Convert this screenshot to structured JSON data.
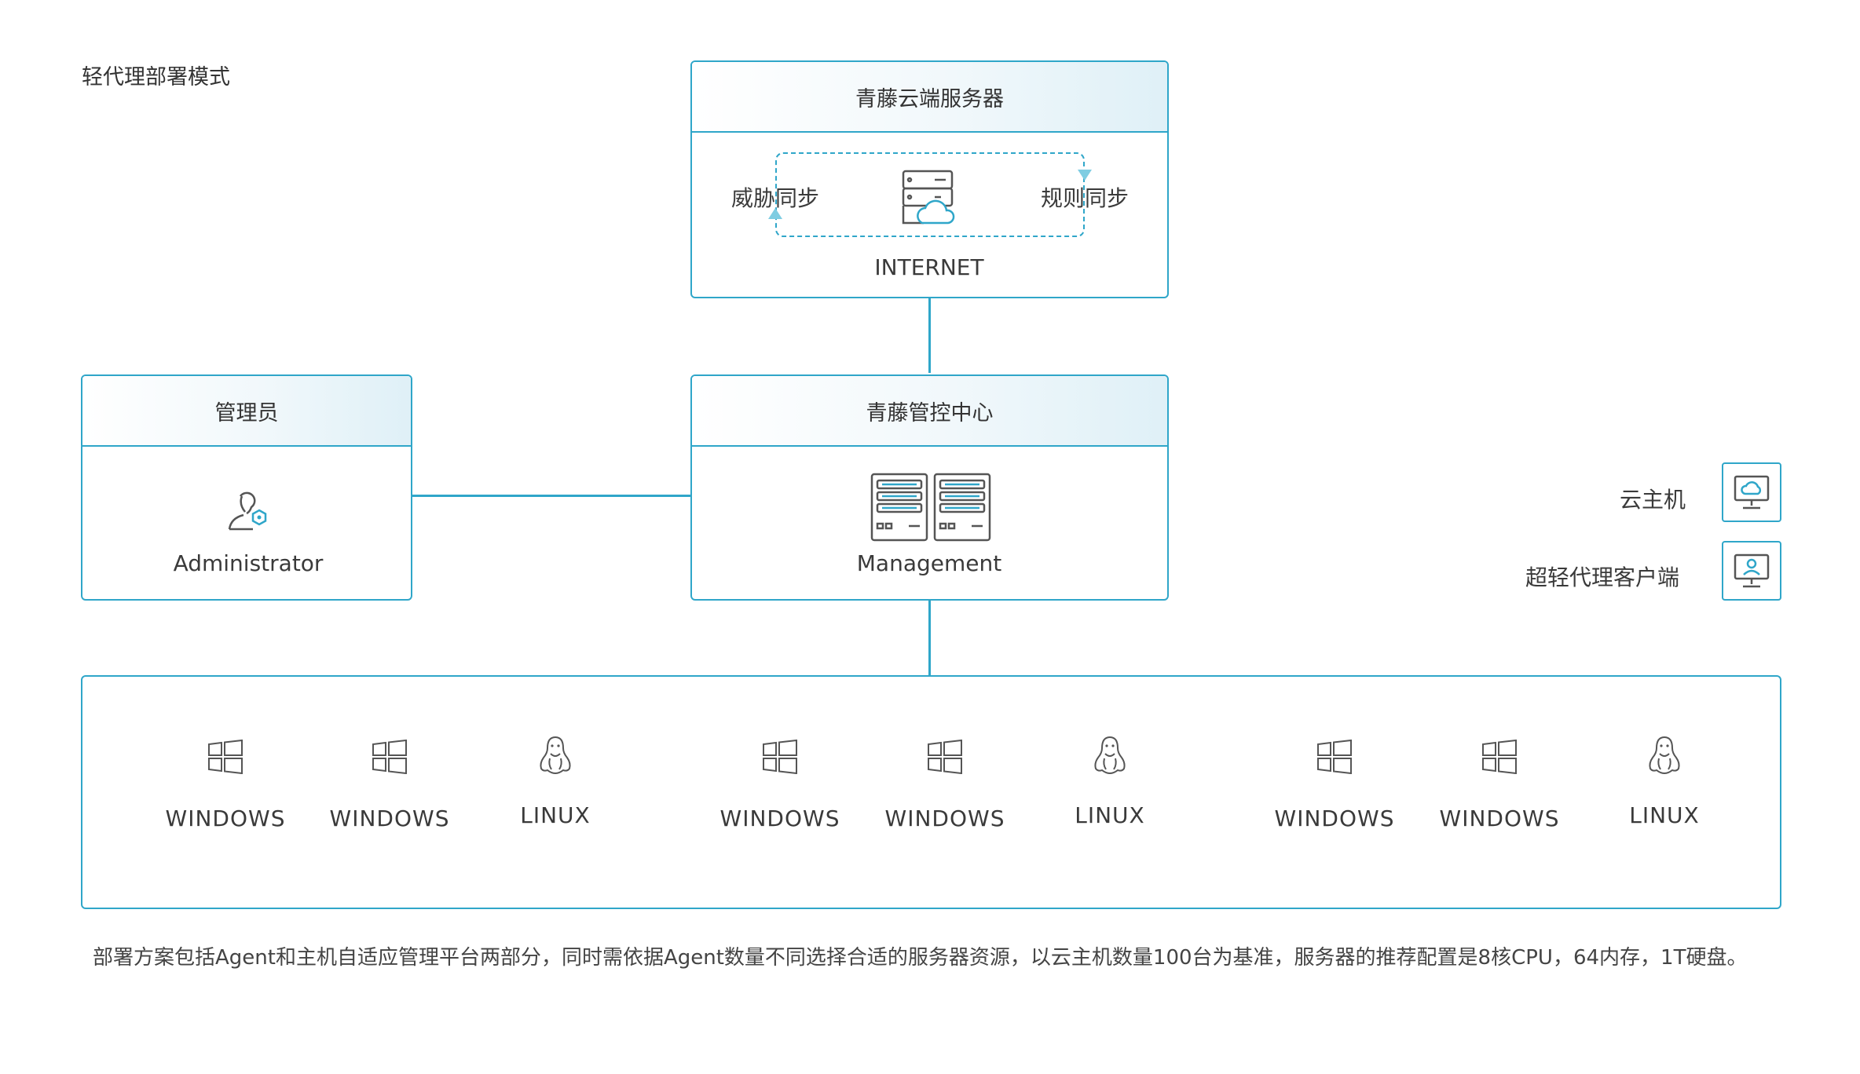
{
  "title": "轻代理部署模式",
  "cloud_server": {
    "header": "青藤云端服务器",
    "left_label": "威胁同步",
    "right_label": "规则同步",
    "caption": "INTERNET"
  },
  "admin": {
    "header": "管理员",
    "caption": "Administrator"
  },
  "management": {
    "header": "青藤管控中心",
    "caption": "Management"
  },
  "legend": {
    "cloud_host": "云主机",
    "light_agent_client": "超轻代理客户端"
  },
  "hosts": {
    "windows": "WINDOWS",
    "linux": "LINUX"
  },
  "description": "部署方案包括Agent和主机自适应管理平台两部分，同时需依据Agent数量不同选择合适的服务器资源，以云主机数量100台为基准，服务器的推荐配置是8核CPU，64内存，1T硬盘。"
}
